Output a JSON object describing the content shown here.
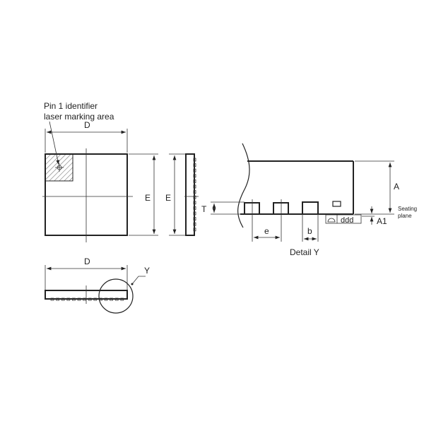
{
  "labels": {
    "pin1_line1": "Pin 1 identifier",
    "pin1_line2": "laser marking area",
    "top_D": "D",
    "top_E": "E",
    "side_E": "E",
    "bottom_D": "D",
    "detail_ref": "Y",
    "T": "T",
    "A": "A",
    "A1": "A1",
    "e": "e",
    "b": "b",
    "ddd": "ddd",
    "seating_1": "Seating",
    "seating_2": "plane",
    "detail_title": "Detail Y"
  }
}
